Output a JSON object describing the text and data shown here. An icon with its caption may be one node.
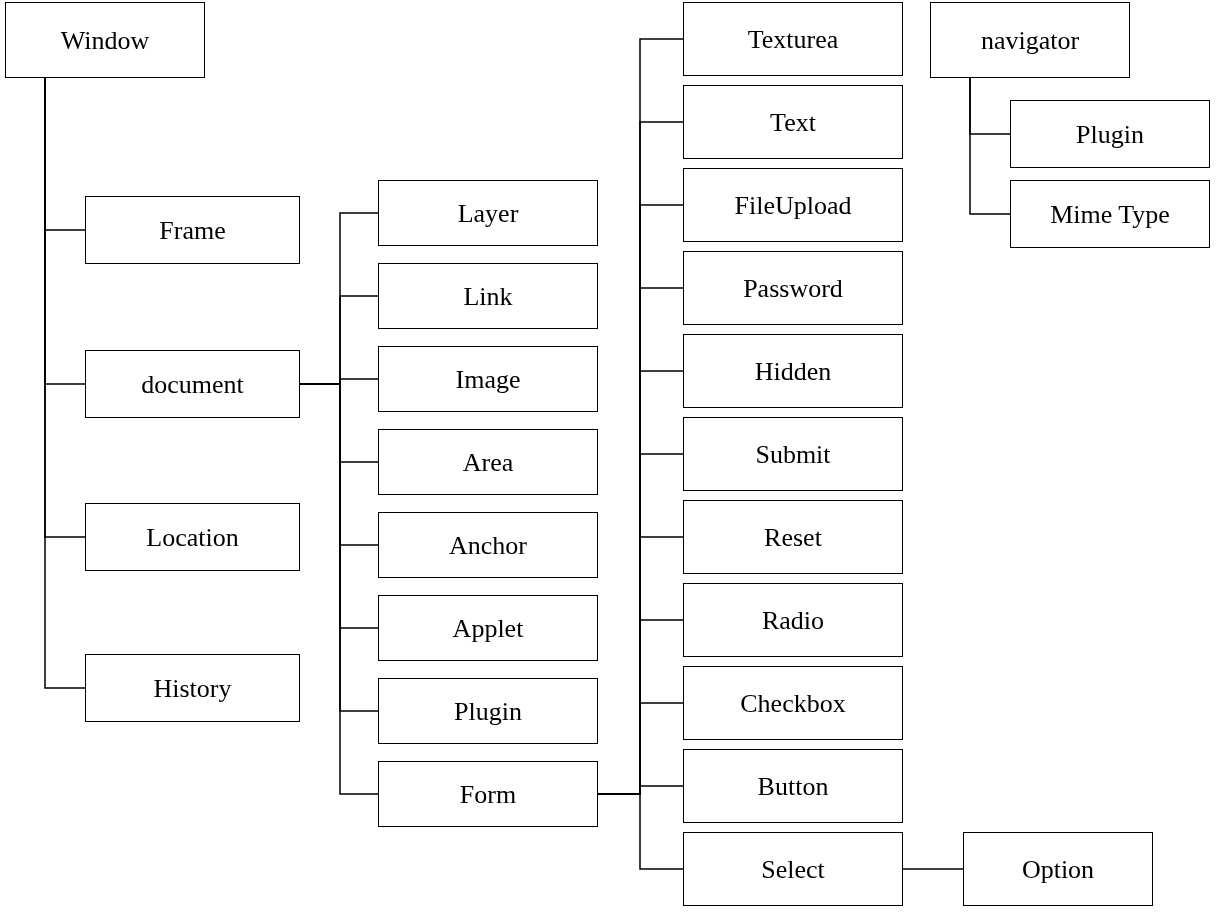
{
  "diagram": {
    "nodes": [
      {
        "text": [
          "Window"
        ]
      },
      {
        "text": [
          "Frame"
        ]
      },
      {
        "text": [
          "document"
        ]
      },
      {
        "text": [
          "Location"
        ]
      },
      {
        "text": [
          "History"
        ]
      },
      {
        "text": [
          "Layer"
        ]
      },
      {
        "text": [
          "Link"
        ]
      },
      {
        "text": [
          "Image"
        ]
      },
      {
        "text": [
          "Area"
        ]
      },
      {
        "text": [
          "Anchor"
        ]
      },
      {
        "text": [
          "Applet"
        ]
      },
      {
        "text": [
          "Plugin"
        ]
      },
      {
        "text": [
          "Form"
        ]
      },
      {
        "text": [
          "Texturea"
        ]
      },
      {
        "text": [
          "Text"
        ]
      },
      {
        "text": [
          "FileUpload"
        ]
      },
      {
        "text": [
          "Password"
        ]
      },
      {
        "text": [
          "Hidden"
        ]
      },
      {
        "text": [
          "Submit"
        ]
      },
      {
        "text": [
          "Reset"
        ]
      },
      {
        "text": [
          "Radio"
        ]
      },
      {
        "text": [
          "Checkbox"
        ]
      },
      {
        "text": [
          "Button"
        ]
      },
      {
        "text": [
          "Select"
        ]
      },
      {
        "text": [
          "Option"
        ]
      },
      {
        "text": [
          "navigator"
        ]
      },
      {
        "text": [
          "Plugin"
        ]
      },
      {
        "text": [
          "Mime Type"
        ]
      }
    ],
    "edges": [
      {
        "from": 0,
        "to": 1,
        "arrow": "none"
      },
      {
        "from": 0,
        "to": 2,
        "arrow": "none"
      },
      {
        "from": 0,
        "to": 3,
        "arrow": "none"
      },
      {
        "from": 0,
        "to": 4,
        "arrow": "none"
      },
      {
        "from": 2,
        "to": 5,
        "arrow": "none"
      },
      {
        "from": 2,
        "to": 6,
        "arrow": "none"
      },
      {
        "from": 2,
        "to": 7,
        "arrow": "none"
      },
      {
        "from": 2,
        "to": 8,
        "arrow": "none"
      },
      {
        "from": 2,
        "to": 9,
        "arrow": "none"
      },
      {
        "from": 2,
        "to": 10,
        "arrow": "none"
      },
      {
        "from": 2,
        "to": 11,
        "arrow": "none"
      },
      {
        "from": 2,
        "to": 12,
        "arrow": "none"
      },
      {
        "from": 12,
        "to": 13,
        "arrow": "none"
      },
      {
        "from": 12,
        "to": 14,
        "arrow": "none"
      },
      {
        "from": 12,
        "to": 15,
        "arrow": "none"
      },
      {
        "from": 12,
        "to": 16,
        "arrow": "none"
      },
      {
        "from": 12,
        "to": 17,
        "arrow": "none"
      },
      {
        "from": 12,
        "to": 18,
        "arrow": "none"
      },
      {
        "from": 12,
        "to": 19,
        "arrow": "none"
      },
      {
        "from": 12,
        "to": 20,
        "arrow": "none"
      },
      {
        "from": 12,
        "to": 21,
        "arrow": "none"
      },
      {
        "from": 12,
        "to": 22,
        "arrow": "none"
      },
      {
        "from": 12,
        "to": 23,
        "arrow": "none"
      },
      {
        "from": 23,
        "to": 24,
        "arrow": "none"
      },
      {
        "from": 25,
        "to": 26,
        "arrow": "none"
      },
      {
        "from": 25,
        "to": 27,
        "arrow": "none"
      }
    ]
  }
}
